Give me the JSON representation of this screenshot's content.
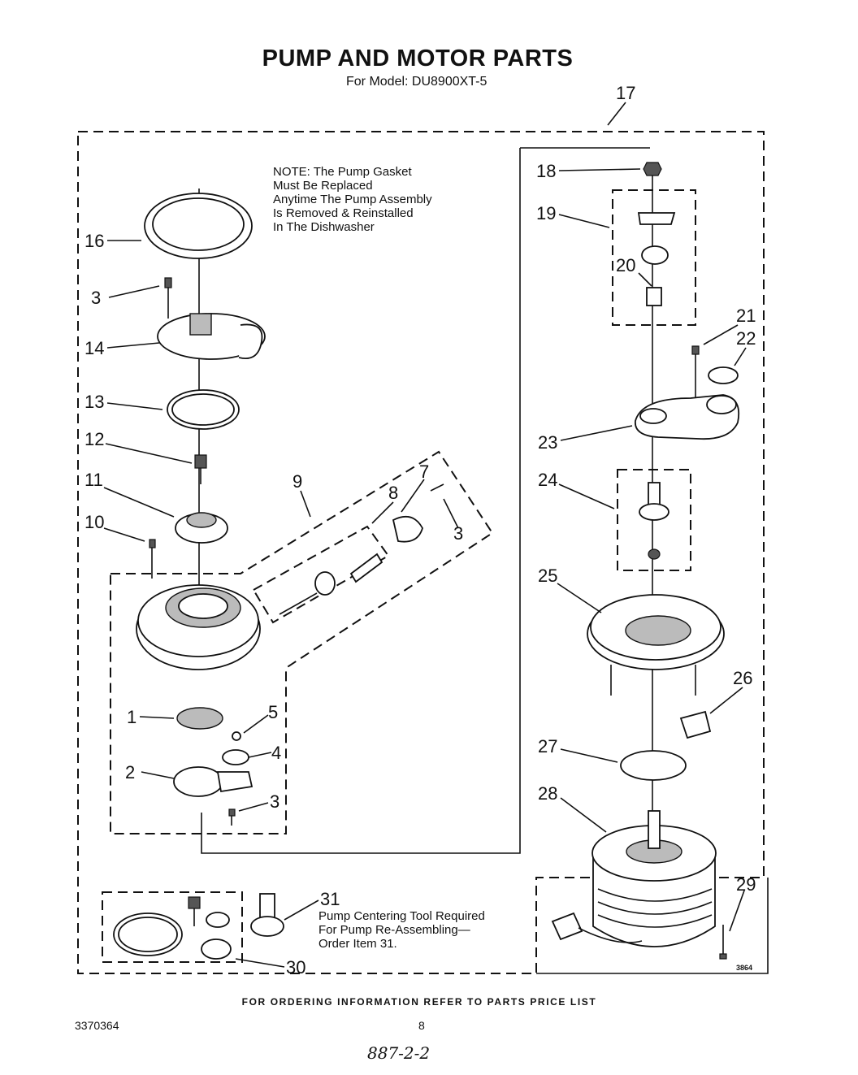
{
  "header": {
    "title": "PUMP AND MOTOR PARTS",
    "subtitle": "For Model: DU8900XT-5"
  },
  "note": {
    "lines": [
      "NOTE: The Pump Gasket",
      "Must Be Replaced",
      "Anytime The Pump Assembly",
      "Is Removed & Reinstalled",
      "In The Dishwasher"
    ]
  },
  "tool_note": {
    "lines": [
      "Pump Centering Tool Required",
      "For Pump Re-Assembling—",
      "Order Item 31."
    ]
  },
  "callouts": [
    "1",
    "2",
    "3",
    "4",
    "5",
    "7",
    "8",
    "9",
    "10",
    "11",
    "12",
    "13",
    "14",
    "16",
    "17",
    "18",
    "19",
    "20",
    "21",
    "22",
    "23",
    "24",
    "25",
    "26",
    "27",
    "28",
    "29",
    "30",
    "31"
  ],
  "diagram_code": "3864",
  "footer": {
    "ordering": "FOR ORDERING INFORMATION REFER TO PARTS PRICE LIST",
    "doc_number": "3370364",
    "page_number": "8",
    "handwritten": "887-2-2"
  }
}
